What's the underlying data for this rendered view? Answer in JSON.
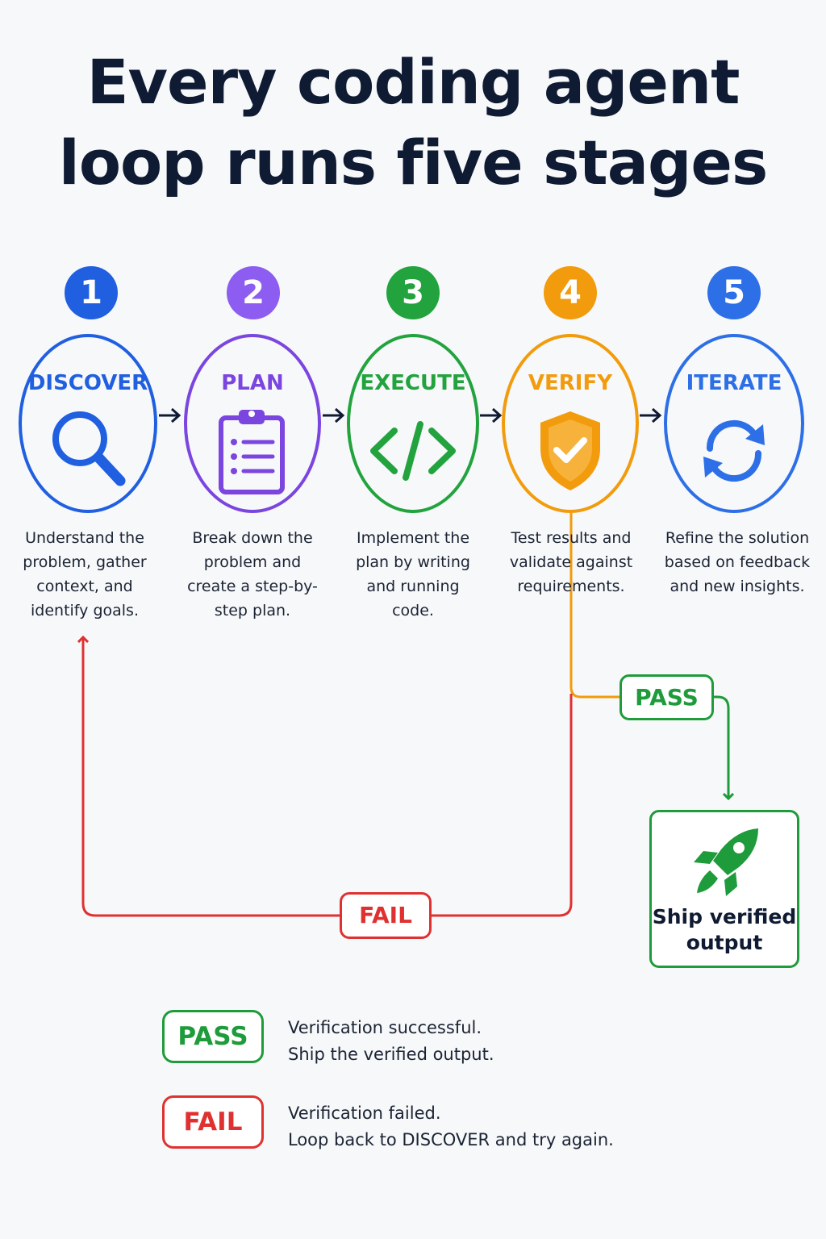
{
  "title": {
    "line1": "Every coding agent",
    "line2": "loop runs five stages"
  },
  "stages": [
    {
      "number": "1",
      "label": "DISCOVER",
      "icon": "magnifier-icon",
      "color": "#1f5fe0",
      "lines": [
        "Understand the",
        "problem, gather",
        "context, and",
        "identify goals."
      ]
    },
    {
      "number": "2",
      "label": "PLAN",
      "icon": "clipboard-list-icon",
      "color": "#7b45e0",
      "lines": [
        "Break down the",
        "problem and",
        "create a step-by-",
        "step plan."
      ]
    },
    {
      "number": "3",
      "label": "EXECUTE",
      "icon": "code-icon",
      "color": "#22a33e",
      "lines": [
        "Implement the",
        "plan by writing",
        "and running",
        "code."
      ]
    },
    {
      "number": "4",
      "label": "VERIFY",
      "icon": "shield-check-icon",
      "color": "#f29b0c",
      "lines": [
        "Test results and",
        "validate against",
        "requirements."
      ]
    },
    {
      "number": "5",
      "label": "ITERATE",
      "icon": "refresh-icon",
      "color": "#2d6fe6",
      "lines": [
        "Refine the solution",
        "based on feedback",
        "and new insights."
      ]
    }
  ],
  "flow": {
    "pass_label": "PASS",
    "fail_label": "FAIL",
    "ship_lines": [
      "Ship verified",
      "output"
    ],
    "pass_color": "#1e9b3a",
    "fail_color": "#e03131",
    "verify_line_color": "#f29b0c"
  },
  "legend": [
    {
      "tag": "PASS",
      "color": "#1e9b3a",
      "lines": [
        "Verification successful.",
        "Ship the verified output."
      ]
    },
    {
      "tag": "FAIL",
      "color": "#e03131",
      "lines": [
        "Verification failed.",
        "Loop back to DISCOVER and try again."
      ]
    }
  ]
}
